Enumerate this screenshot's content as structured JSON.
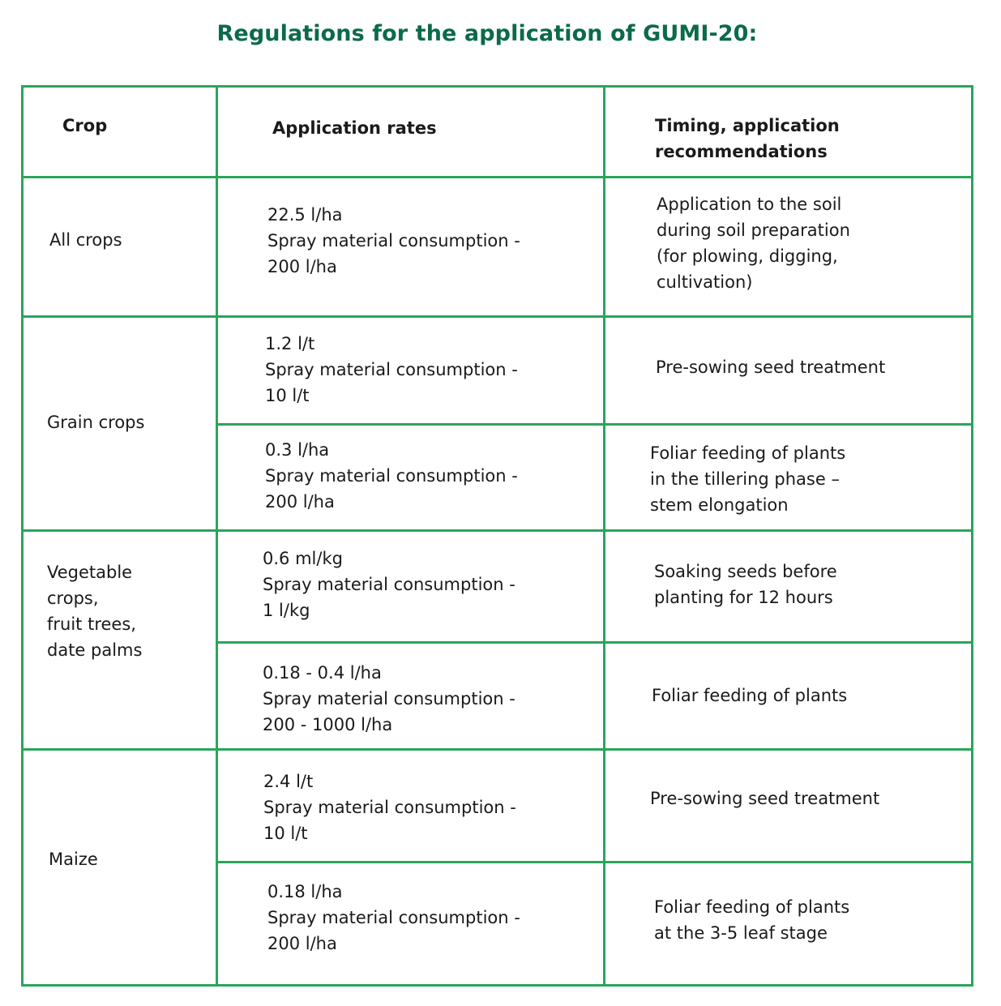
{
  "title": "Regulations for the application of GUMI-20:",
  "colors": {
    "title": "#0b6a4a",
    "border": "#2aa55a",
    "text": "#1a1a1a"
  },
  "headers": {
    "crop": "Crop",
    "rates": "Application rates",
    "timing": "Timing, application\nrecommendations"
  },
  "rows": [
    {
      "crop": "All crops",
      "entries": [
        {
          "rate": "22.5 l/ha\nSpray material consumption -\n200 l/ha",
          "timing": "Application to the soil\nduring soil preparation\n(for plowing, digging,\ncultivation)"
        }
      ]
    },
    {
      "crop": "Grain crops",
      "entries": [
        {
          "rate": "1.2 l/t\nSpray material consumption -\n10 l/t",
          "timing": "Pre-sowing seed treatment"
        },
        {
          "rate": "0.3 l/ha\nSpray material consumption -\n200 l/ha",
          "timing": "Foliar feeding of plants\nin the tillering phase –\nstem elongation"
        }
      ]
    },
    {
      "crop": "Vegetable\ncrops,\nfruit trees,\ndate palms",
      "entries": [
        {
          "rate": "0.6 ml/kg\nSpray material consumption -\n1 l/kg",
          "timing": "Soaking seeds before\nplanting for 12 hours"
        },
        {
          "rate": "0.18 - 0.4 l/ha\nSpray material consumption -\n200 - 1000 l/ha",
          "timing": "Foliar feeding of plants"
        }
      ]
    },
    {
      "crop": "Maize",
      "entries": [
        {
          "rate": "2.4 l/t\nSpray material consumption -\n10 l/t",
          "timing": "Pre-sowing seed treatment"
        },
        {
          "rate": "0.18 l/ha\nSpray material consumption -\n200 l/ha",
          "timing": "Foliar feeding of plants\nat the 3-5 leaf stage"
        }
      ]
    }
  ]
}
